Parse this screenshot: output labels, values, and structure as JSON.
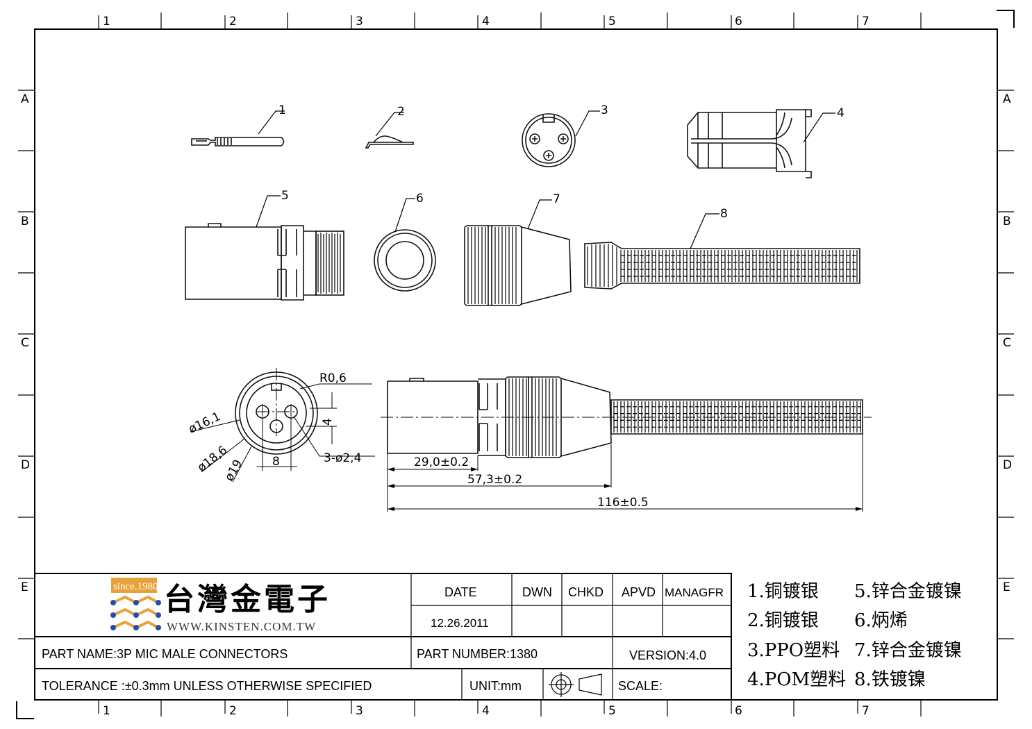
{
  "grid": {
    "columns": [
      "1",
      "2",
      "3",
      "4",
      "5",
      "6",
      "7"
    ],
    "rows": [
      "A",
      "B",
      "C",
      "D",
      "E"
    ]
  },
  "callouts": [
    "1",
    "2",
    "3",
    "4",
    "5",
    "6",
    "7",
    "8"
  ],
  "dimensions": {
    "radius": "R0,6",
    "height": "4",
    "dia_16_1": "ø16,1",
    "dia_18_6": "ø18,6",
    "dia_19": "ø19",
    "pitch": "8",
    "holes": "3-ø2,4",
    "len_29": "29,0±0.2",
    "len_57": "57,3±0.2",
    "len_116": "116±0.5"
  },
  "title_block": {
    "company_cn": "台灣金電子",
    "since": "since.1980",
    "url": "WWW.KINSTEN.COM.TW",
    "date_label": "DATE",
    "date_value": "12.26.2011",
    "dwn": "DWN",
    "chkd": "CHKD",
    "apvd": "APVD",
    "managfr": "MANAGFR",
    "part_name": "PART  NAME:3P MIC MALE CONNECTORS",
    "part_number": "PART  NUMBER:1380",
    "version": "VERSION:4.0",
    "tolerance": "TOLERANCE  :±0.3mm  UNLESS  OTHERWISE  SPECIFIED",
    "unit": "UNIT:mm",
    "scale": "SCALE:"
  },
  "materials": [
    "1.铜镀银",
    "2.铜镀银",
    "3.PPO塑料",
    "4.POM塑料",
    "5.锌合金镀镍",
    "6.炳烯",
    "7.锌合金镀镍",
    "8.铁镀镍"
  ],
  "colors": {
    "ink": "#000000",
    "logo_orange": "#e8a23a",
    "logo_blue": "#1f4fa8"
  }
}
